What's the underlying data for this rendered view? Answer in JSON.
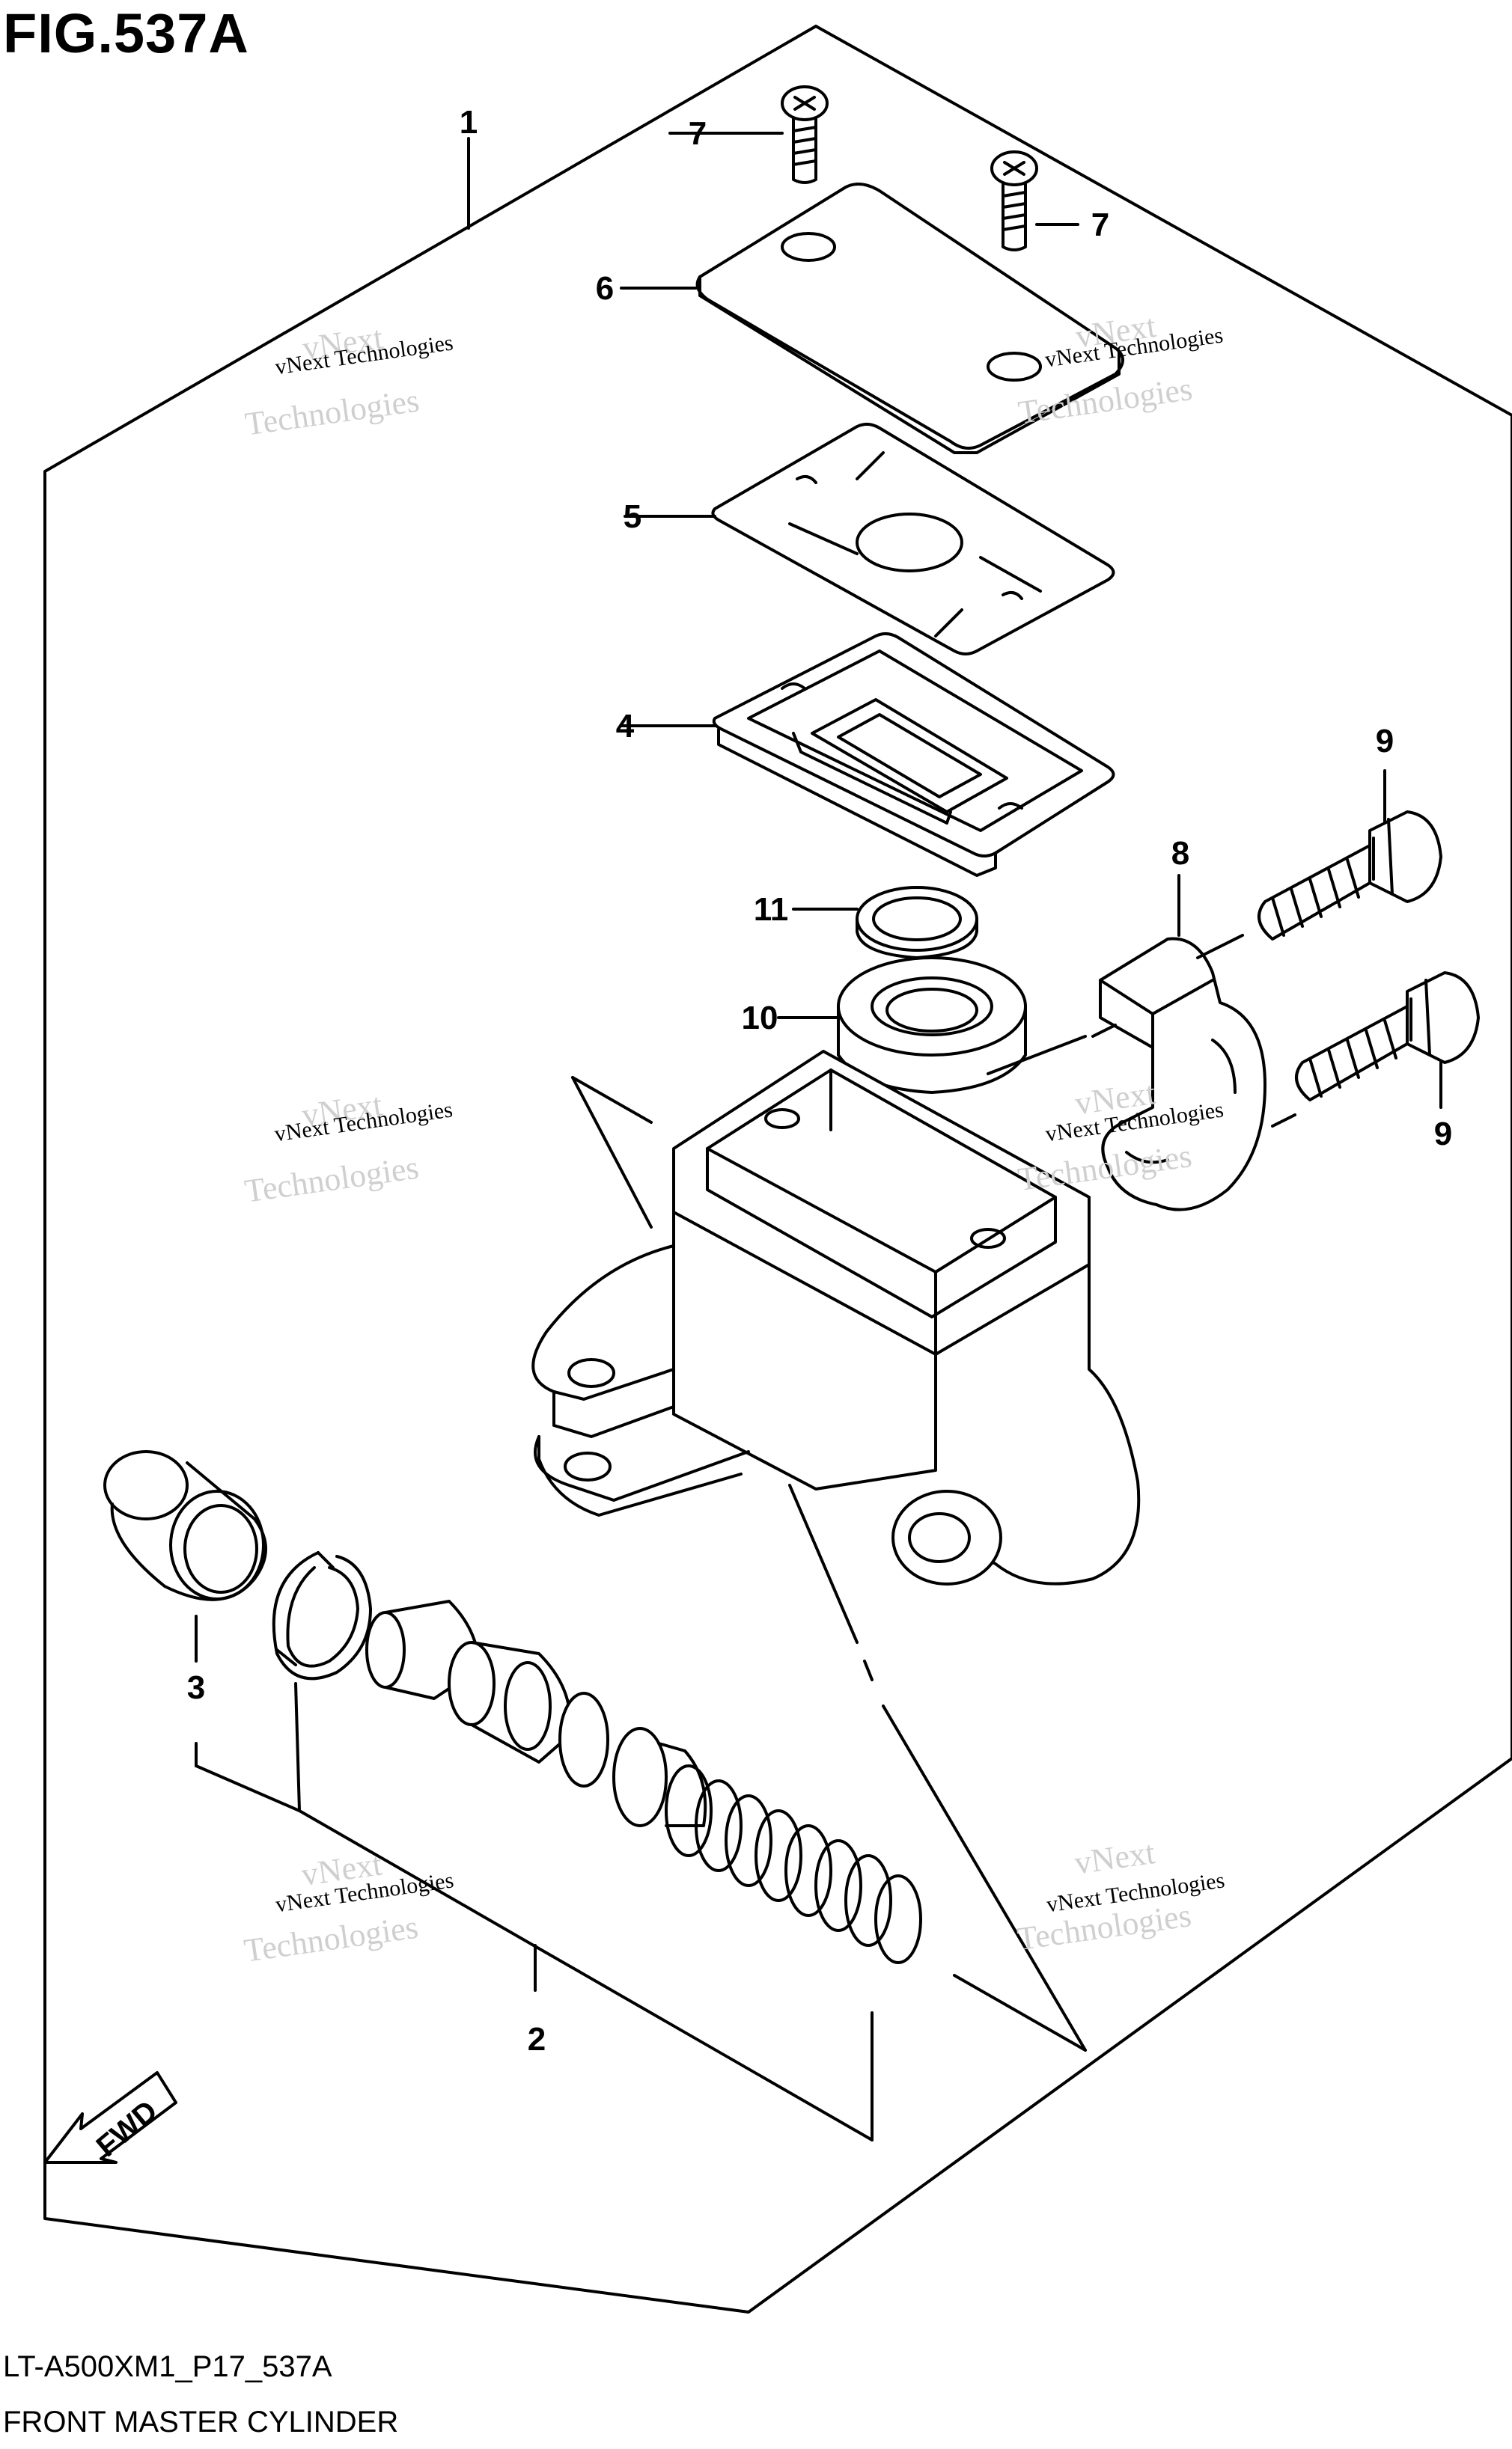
{
  "figure": {
    "title": "FIG.537A",
    "code": "LT-A500XM1_P17_537A",
    "name": "FRONT MASTER CYLINDER"
  },
  "fwd_label": "FWD",
  "callouts": [
    {
      "id": "1",
      "label": "1"
    },
    {
      "id": "2",
      "label": "2"
    },
    {
      "id": "3",
      "label": "3"
    },
    {
      "id": "4",
      "label": "4"
    },
    {
      "id": "5",
      "label": "5"
    },
    {
      "id": "6",
      "label": "6"
    },
    {
      "id": "7a",
      "label": "7"
    },
    {
      "id": "7b",
      "label": "7"
    },
    {
      "id": "8",
      "label": "8"
    },
    {
      "id": "9a",
      "label": "9"
    },
    {
      "id": "9b",
      "label": "9"
    },
    {
      "id": "10",
      "label": "10"
    },
    {
      "id": "11",
      "label": "11"
    }
  ],
  "watermark": {
    "line1": "vNext",
    "line2": "Technologies",
    "line3": "vNext Technologies"
  }
}
